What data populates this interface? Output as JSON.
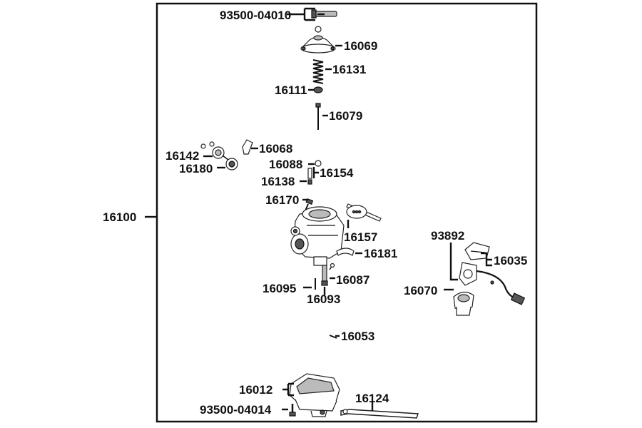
{
  "labels": {
    "p93500_04010": "93500-04010",
    "p16069": "16069",
    "p16131": "16131",
    "p16111": "16111",
    "p16079": "16079",
    "p16068": "16068",
    "p16142": "16142",
    "p16180": "16180",
    "p16088": "16088",
    "p16154": "16154",
    "p16138": "16138",
    "p16170": "16170",
    "p16100": "16100",
    "p16157": "16157",
    "p93892": "93892",
    "p16181": "16181",
    "p16035": "16035",
    "p16087": "16087",
    "p16095": "16095",
    "p16093": "16093",
    "p16070": "16070",
    "p16053": "16053",
    "p16012": "16012",
    "p16124": "16124",
    "p93500_04014": "93500-04014"
  }
}
